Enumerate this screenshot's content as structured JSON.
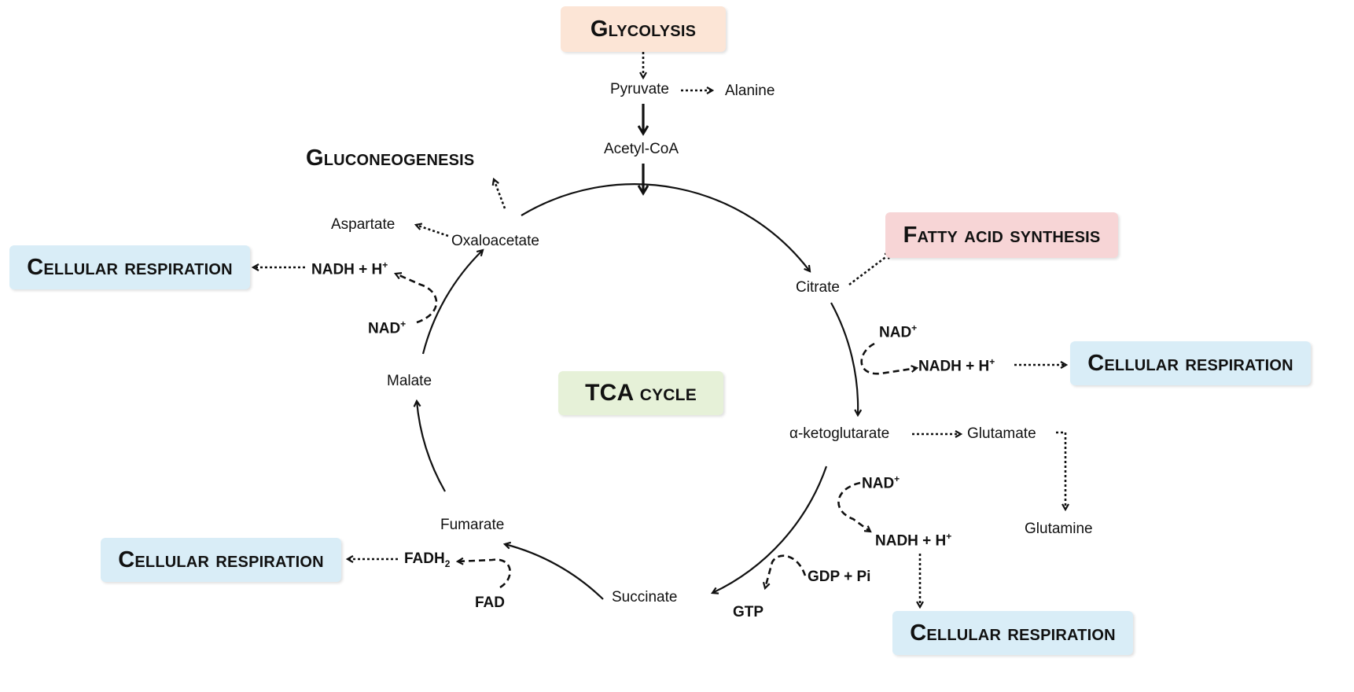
{
  "colors": {
    "glycolysis_box": "#fce5d6",
    "fatty_acid_box": "#f7d5d6",
    "respiration_box": "#d9edf7",
    "tca_box": "#e6f1d8",
    "line": "#111111"
  },
  "boxes": {
    "glycolysis": "Glycolysis",
    "fatty_acid": "Fatty acid synthesis",
    "respiration_left_top": "Cellular respiration",
    "respiration_right": "Cellular respiration",
    "respiration_left_bottom": "Cellular respiration",
    "respiration_bottom": "Cellular respiration",
    "tca": "TCA cycle"
  },
  "gluconeogenesis": "Gluconeogenesis",
  "metabolites": {
    "pyruvate": "Pyruvate",
    "alanine": "Alanine",
    "acetyl_coa": "Acetyl-CoA",
    "citrate": "Citrate",
    "a_ketoglutarate": "α-ketoglutarate",
    "glutamate": "Glutamate",
    "glutamine": "Glutamine",
    "succinate": "Succinate",
    "fumarate": "Fumarate",
    "malate": "Malate",
    "oxaloacetate": "Oxaloacetate",
    "aspartate": "Aspartate"
  },
  "cofactors": {
    "nad_1": "NAD",
    "nadh_1": "NADH + H",
    "nad_2": "NAD",
    "nadh_2": "NADH + H",
    "nad_3": "NAD",
    "nadh_3": "NADH + H",
    "plus": "+",
    "gdp_pi": "GDP + Pi",
    "gtp": "GTP",
    "fadh2": "FADH",
    "fadh2_sub": "2",
    "fad": "FAD"
  }
}
